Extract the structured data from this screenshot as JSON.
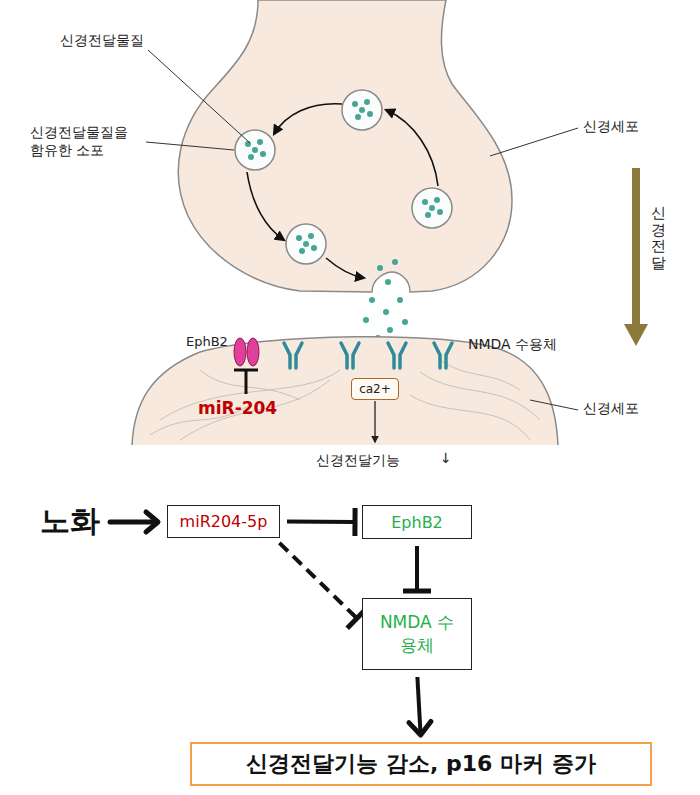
{
  "diagram": {
    "nodes": [
      {
        "text": [
          "ca2+"
        ]
      },
      {
        "text": [
          "miR204-5p"
        ]
      },
      {
        "text": [
          "EphB2"
        ]
      },
      {
        "text": [
          "NMDA 수용체"
        ]
      },
      {
        "text": [
          "신경전달기능 감소, p16 마커 증가"
        ]
      }
    ],
    "edges": [
      {
        "from": 1,
        "to": 2,
        "arrow": "to"
      },
      {
        "from": 2,
        "to": 3,
        "arrow": "to"
      },
      {
        "from": 1,
        "to": 3,
        "arrow": "to"
      },
      {
        "from": 3,
        "to": 4,
        "arrow": "to"
      }
    ],
    "labels": [
      "신경전달물질",
      "신경전달물질을 함유한 소포",
      "신경세포",
      "신경전달",
      "EphB2",
      "NMDA 수용체",
      "miR-204",
      "신경세포",
      "신경전달기능",
      "↓",
      "노화"
    ]
  }
}
